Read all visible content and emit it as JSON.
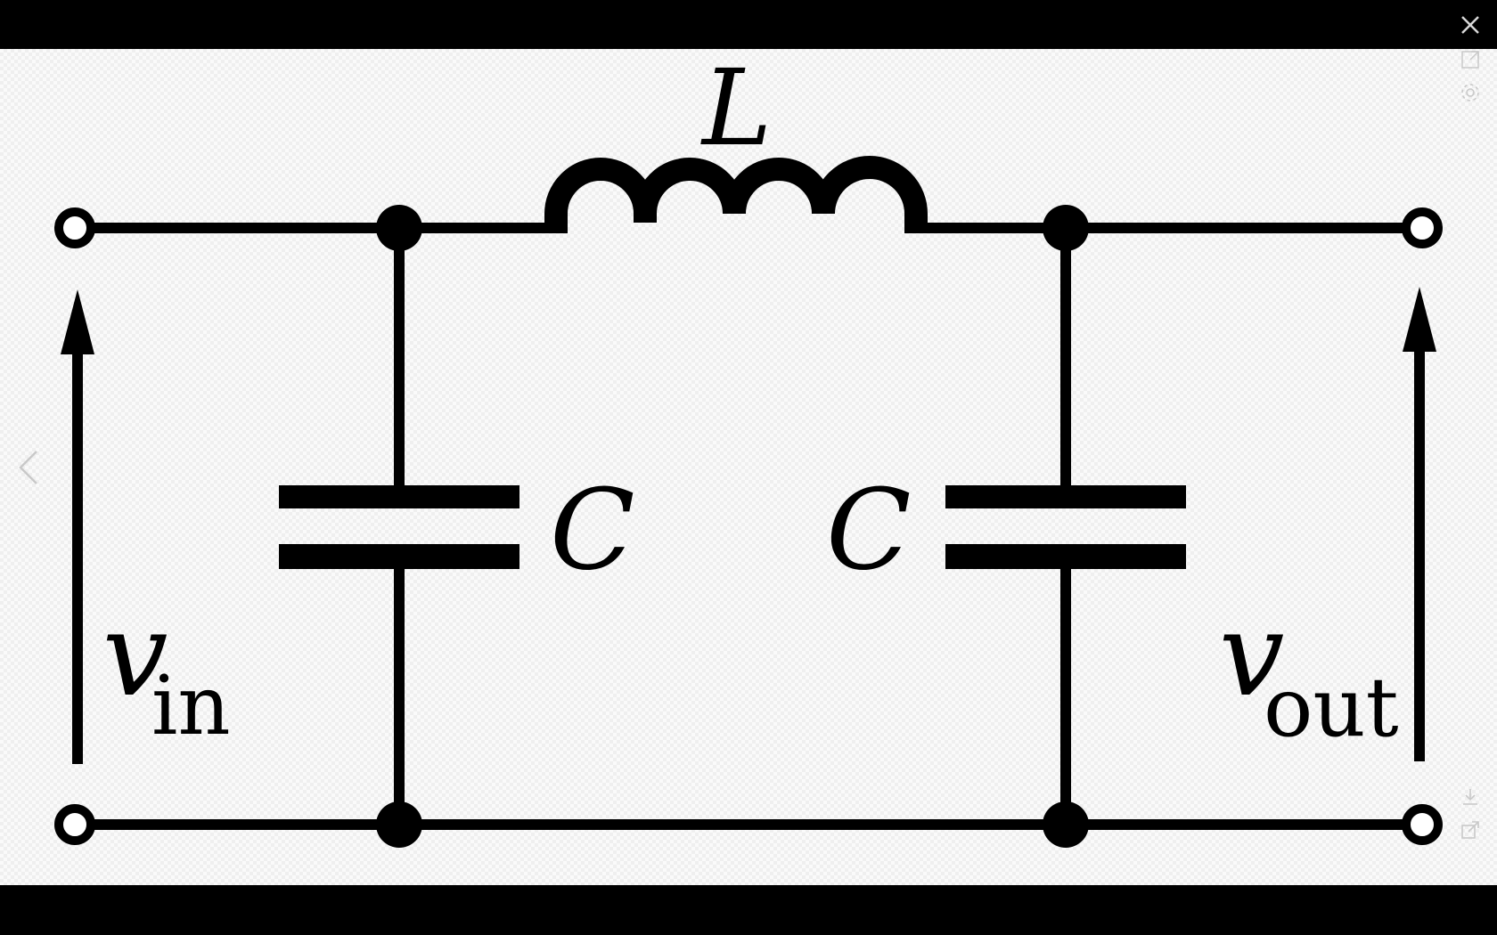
{
  "diagram": {
    "inductor_label": "L",
    "capacitor_left_label": "C",
    "capacitor_right_label": "C",
    "vin_main": "v",
    "vin_sub": "in",
    "vout_main": "v",
    "vout_sub": "out"
  },
  "controls": {
    "close_icon": "close-icon",
    "fullscreen_icon": "expand-icon",
    "settings_icon": "gear-icon",
    "download_icon": "download-icon",
    "share_icon": "share-icon",
    "prev_icon": "chevron-left-icon"
  }
}
